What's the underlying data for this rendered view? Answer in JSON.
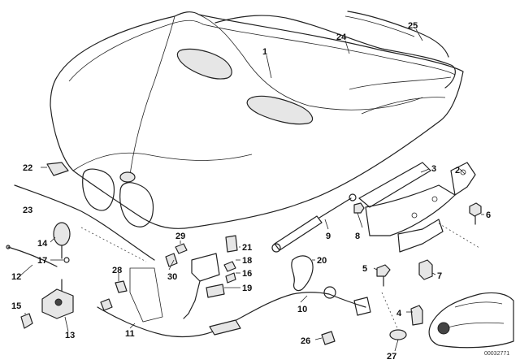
{
  "labels": [
    {
      "id": "1"
    },
    {
      "id": "2"
    },
    {
      "id": "3"
    },
    {
      "id": "4"
    },
    {
      "id": "5"
    },
    {
      "id": "6"
    },
    {
      "id": "7"
    },
    {
      "id": "8"
    },
    {
      "id": "9"
    },
    {
      "id": "10"
    },
    {
      "id": "11"
    },
    {
      "id": "12"
    },
    {
      "id": "13"
    },
    {
      "id": "14"
    },
    {
      "id": "15"
    },
    {
      "id": "16"
    },
    {
      "id": "17"
    },
    {
      "id": "18"
    },
    {
      "id": "19"
    },
    {
      "id": "20"
    },
    {
      "id": "21"
    },
    {
      "id": "22"
    },
    {
      "id": "23"
    },
    {
      "id": "24"
    },
    {
      "id": "25"
    },
    {
      "id": "26"
    },
    {
      "id": "27"
    },
    {
      "id": "28"
    },
    {
      "id": "29"
    },
    {
      "id": "30"
    }
  ],
  "diagram_code": "00032771"
}
